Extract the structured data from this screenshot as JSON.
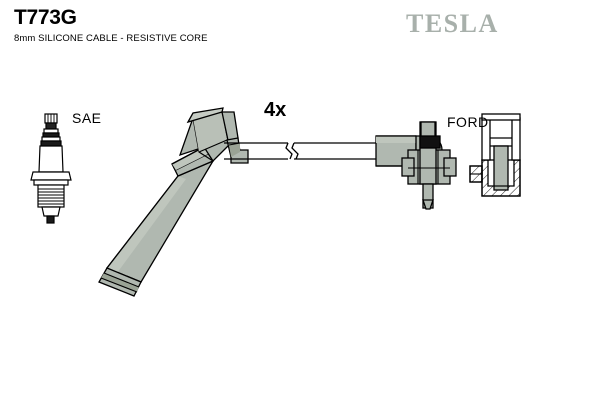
{
  "header": {
    "part_number": "T773G",
    "subtitle": "8mm SILICONE CABLE - RESISTIVE CORE",
    "brand": "TESLA"
  },
  "diagram": {
    "title": "ignition-cable-assembly",
    "quantity_label": "4x",
    "plug_end_standard_label": "SAE",
    "coil_end_standard_label": "FORD",
    "components": [
      {
        "name": "spark-plug",
        "label": "SAE"
      },
      {
        "name": "spark-plug-boot-angled",
        "label": ""
      },
      {
        "name": "ignition-cable",
        "label": "4x"
      },
      {
        "name": "cable-break-symbol",
        "label": ""
      },
      {
        "name": "coil-end-connector",
        "label": ""
      },
      {
        "name": "ford-socket-cross-section",
        "label": "FORD"
      }
    ]
  },
  "colors": {
    "body_gray": "#b0b8b0",
    "shade_gray": "#9aa395",
    "highlight_gray": "#c6ccc4",
    "outline": "#000000",
    "logo_gray": "#a8b0ab",
    "background": "#ffffff"
  }
}
